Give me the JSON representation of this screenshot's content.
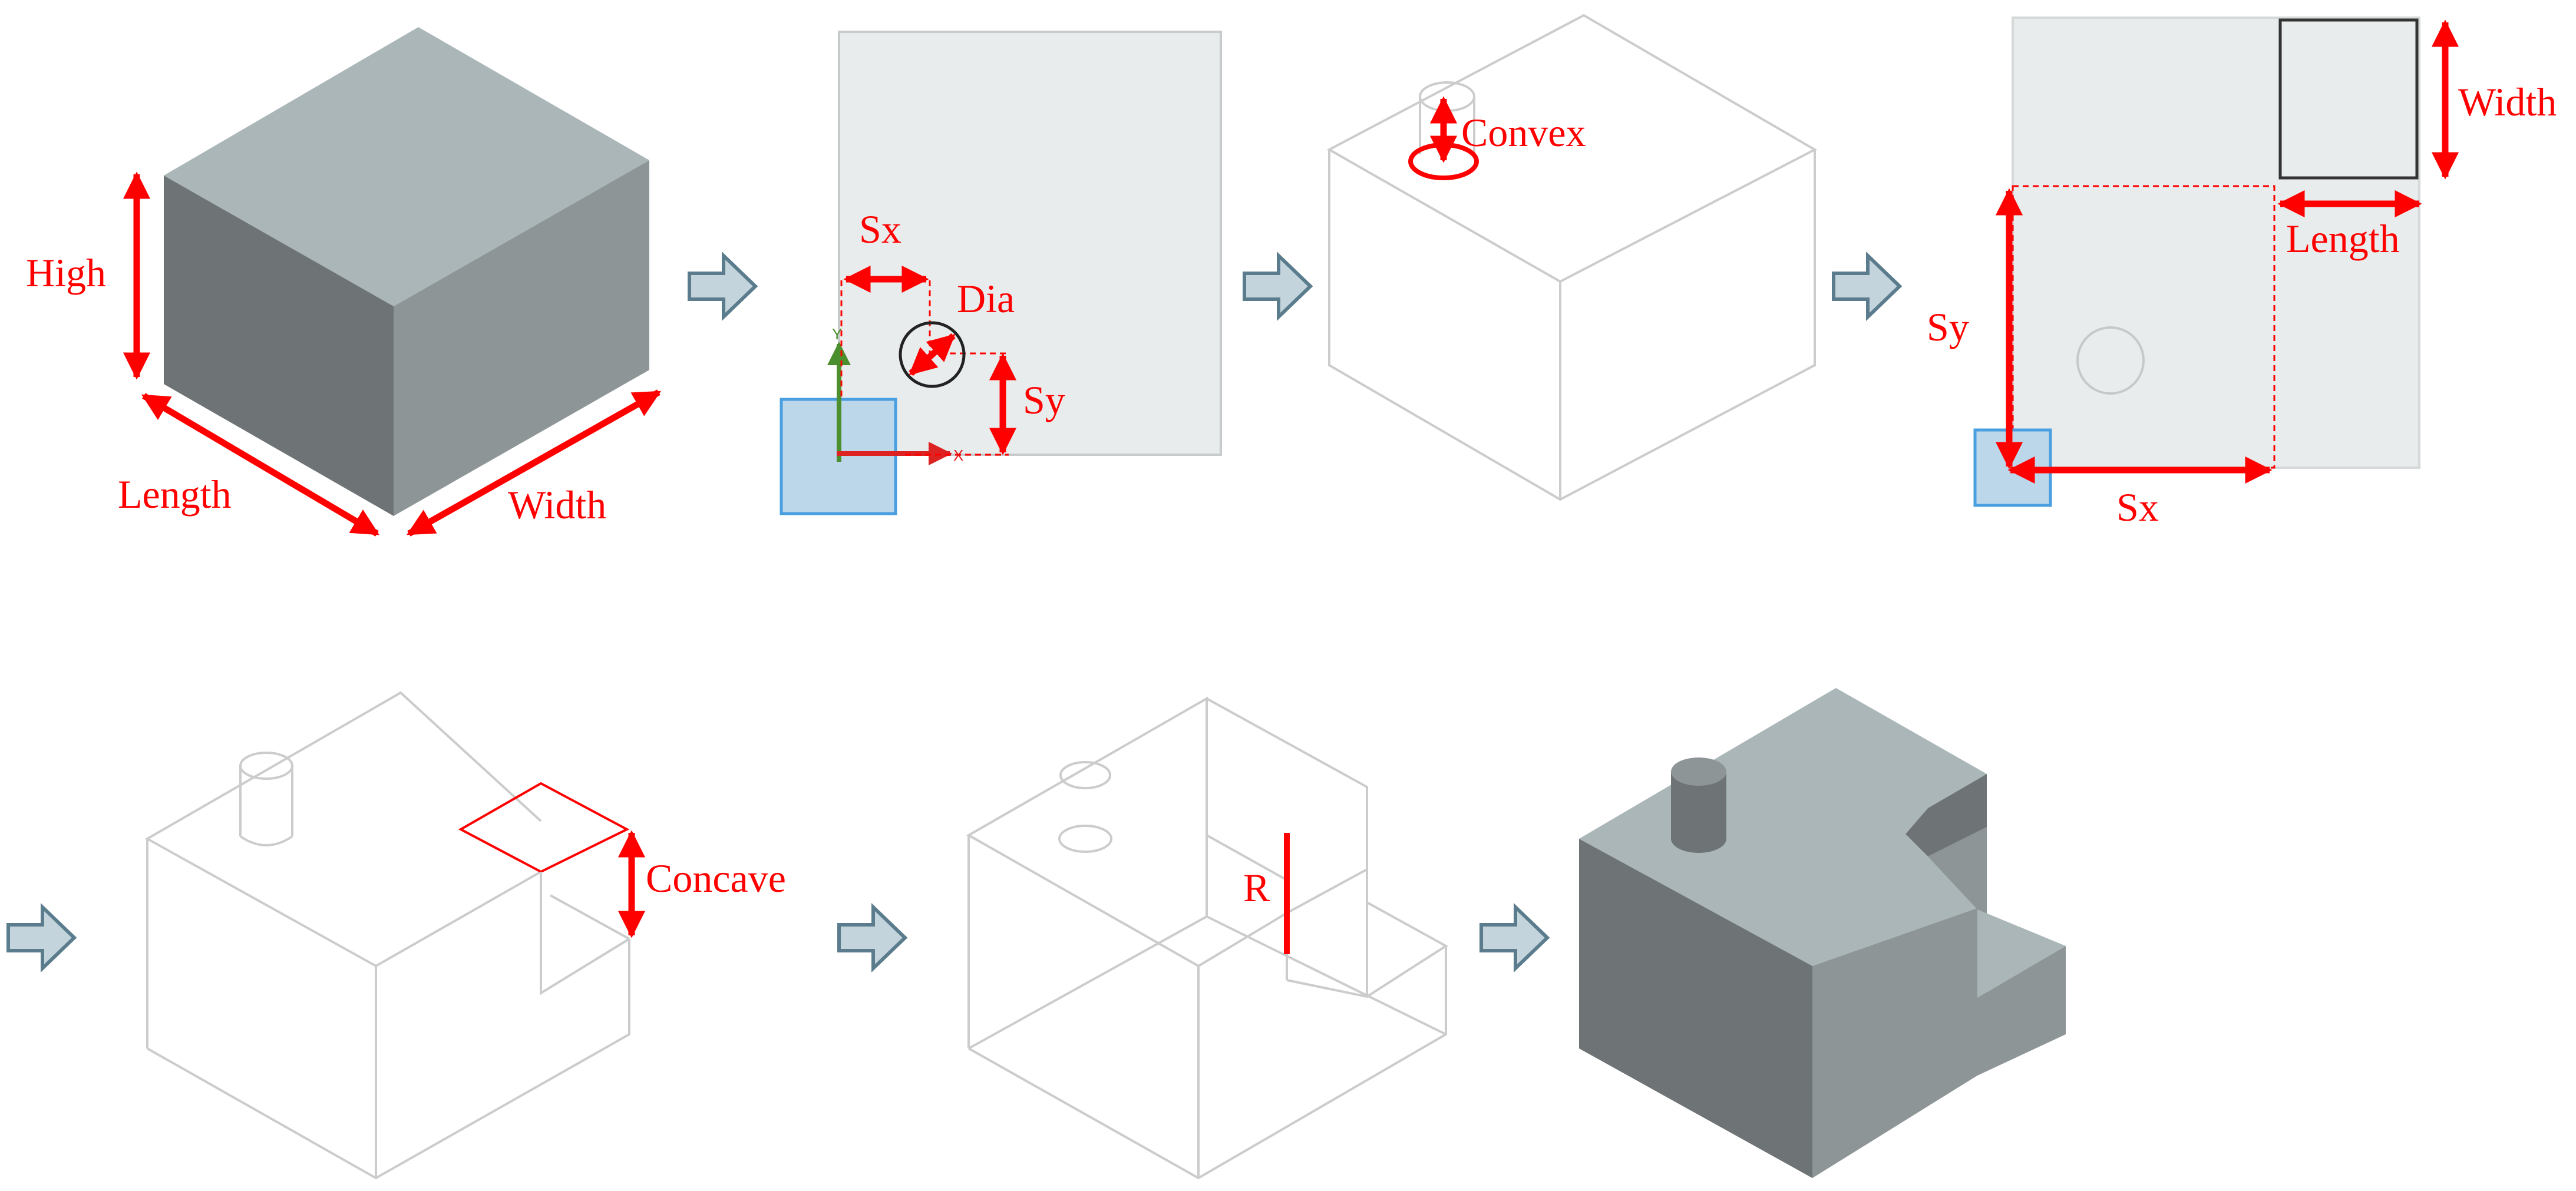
{
  "colors": {
    "annotation": "#ff0000",
    "wire": "#cccccc",
    "sketch_plane": "#e9ecec",
    "sketch_edge": "#c8cbcb",
    "origin_fill": "#bcd6ea",
    "origin_edge": "#4a9fe0",
    "arrow_fill": "#c3d4dc",
    "arrow_edge": "#5a7c8c",
    "solid_top": "#aab6b8",
    "solid_left": "#6e7375",
    "solid_right": "#8d9596",
    "axis_y": "#4c8f2e",
    "axis_x": "#dd2222"
  },
  "icons": [
    "next-step-arrow-icon"
  ],
  "step1": {
    "high": "High",
    "length": "Length",
    "width": "Width"
  },
  "step2": {
    "sx": "Sx",
    "dia": "Dia",
    "sy": "Sy",
    "axis_y": "Y",
    "axis_x": "X"
  },
  "step3": {
    "convex": "Convex"
  },
  "step4": {
    "width": "Width",
    "length": "Length",
    "sy": "Sy",
    "sx": "Sx"
  },
  "step5": {
    "concave": "Concave"
  },
  "step6": {
    "r": "R"
  }
}
